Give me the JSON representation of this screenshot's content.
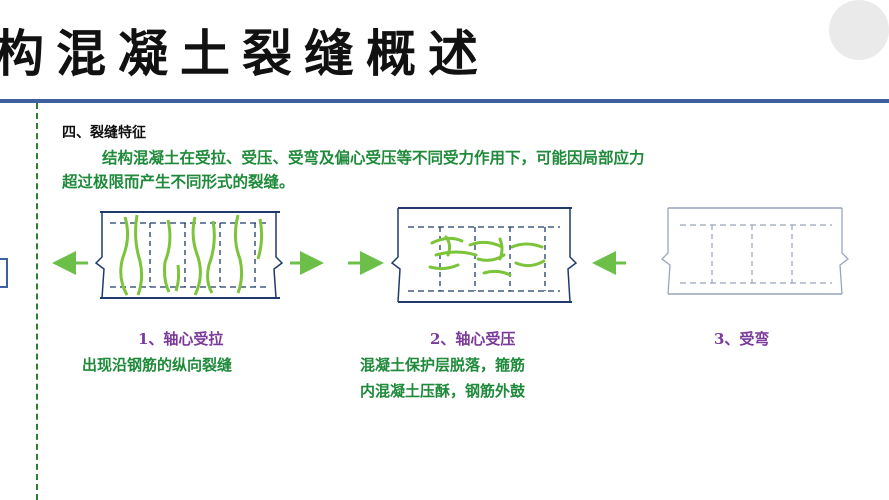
{
  "header": {
    "title": "构混凝土裂缝概述",
    "accent_color": "#3f5f9f"
  },
  "section": {
    "heading": "四、裂缝特征",
    "paragraph_line1": "结构混凝土在受拉、受压、受弯及偏心受压等不同受力作用下，可能因局部应力",
    "paragraph_line2": "超过极限而产生不同形式的裂缝。"
  },
  "figures": [
    {
      "caption": "1、轴心受拉",
      "description_lines": [
        "出现沿钢筋的纵向裂缝"
      ],
      "arrows": "outward",
      "crack_color": "#7cc43a"
    },
    {
      "caption": "2、轴心受压",
      "description_lines": [
        "混凝土保护层脱落，箍筋",
        "内混凝土压酥，钢筋外鼓"
      ],
      "arrows": "inward",
      "crack_color": "#7cc43a"
    },
    {
      "caption": "3、受弯",
      "description_lines": [],
      "arrows": "none",
      "crack_color": "#7cc43a"
    }
  ],
  "colors": {
    "text_green": "#1e8a3a",
    "caption_purple": "#7b3a9a",
    "arrow_green": "#6cc04a",
    "beam_blue": "#1f3a6b"
  }
}
